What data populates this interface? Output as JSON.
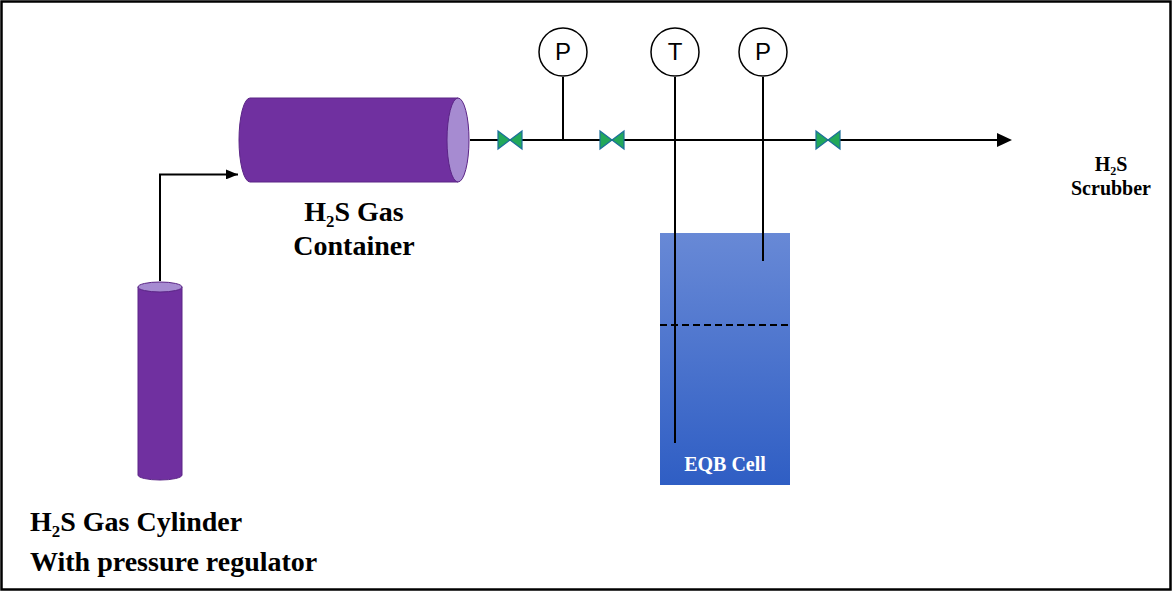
{
  "diagram": {
    "nodes": [
      {
        "text": [
          "H₂S Gas Cylinder",
          "With pressure regulator"
        ]
      },
      {
        "text": [
          "H₂S Gas Container"
        ]
      },
      {
        "text": [
          "P"
        ]
      },
      {
        "text": [
          "T"
        ]
      },
      {
        "text": [
          "P"
        ]
      },
      {
        "text": [
          "EQB Cell"
        ]
      }
    ],
    "edges": [
      {
        "from": 0,
        "to": 1,
        "arrow": "to"
      },
      {
        "from": 3,
        "to": 5,
        "arrow": "none"
      },
      {
        "from": 4,
        "to": 5,
        "arrow": "none"
      }
    ],
    "labels": [
      "H₂S Scrubber"
    ]
  }
}
